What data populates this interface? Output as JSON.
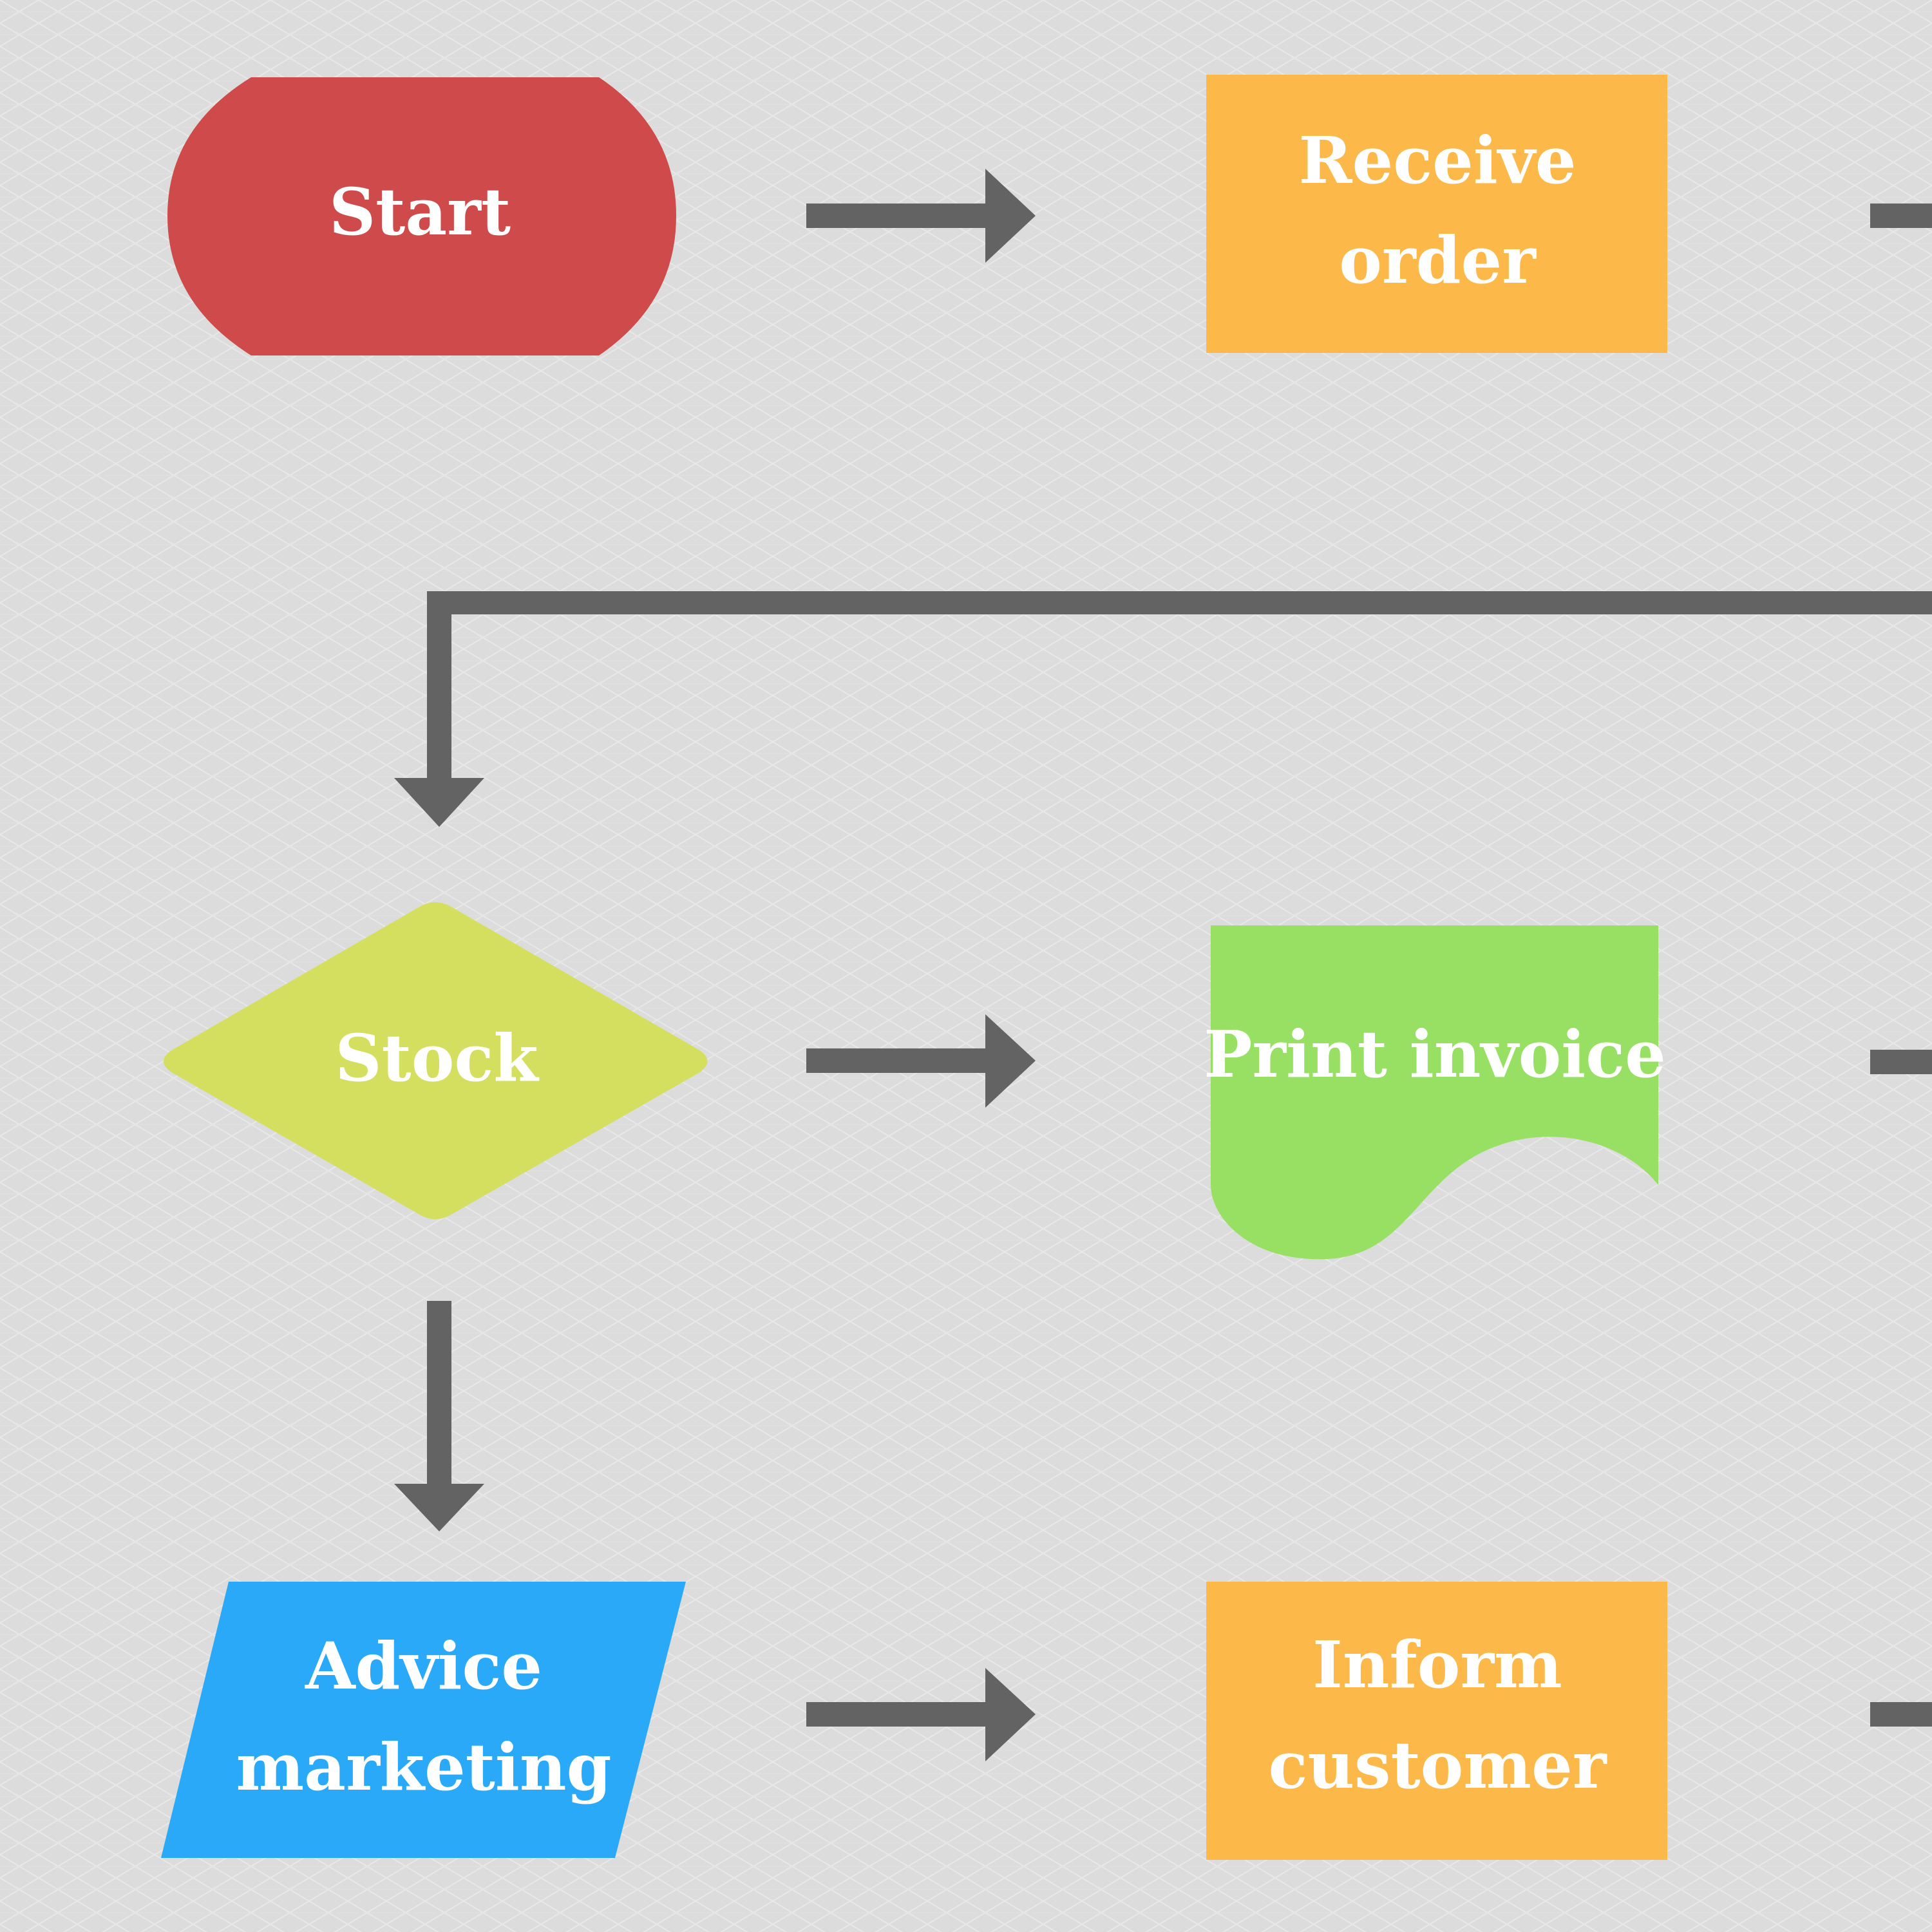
{
  "colors": {
    "background": "#dcdcdc",
    "connector": "#636363",
    "terminal_red": "#cf4a4a",
    "process_orange": "#fdb84a",
    "decision_yellow_green": "#d4df5f",
    "document_green": "#98e063",
    "io_blue": "#2ba9f9",
    "label_text": "#ffffff"
  },
  "nodes": {
    "start": {
      "label": "Start",
      "shape": "terminal"
    },
    "receive_order": {
      "line1": "Receive",
      "line2": "order",
      "shape": "process"
    },
    "stock": {
      "label": "Stock",
      "shape": "decision"
    },
    "print_invoice": {
      "label": "Print invoice",
      "shape": "document"
    },
    "advice_marketing": {
      "line1": "Advice",
      "line2": "marketing",
      "shape": "input-output"
    },
    "inform_customer": {
      "line1": "Inform",
      "line2": "customer",
      "shape": "process"
    }
  },
  "edges": [
    {
      "from": "start",
      "to": "receive_order"
    },
    {
      "from": "receive_order",
      "to": "stock"
    },
    {
      "from": "stock",
      "to": "print_invoice"
    },
    {
      "from": "stock",
      "to": "advice_marketing"
    },
    {
      "from": "advice_marketing",
      "to": "inform_customer"
    }
  ]
}
